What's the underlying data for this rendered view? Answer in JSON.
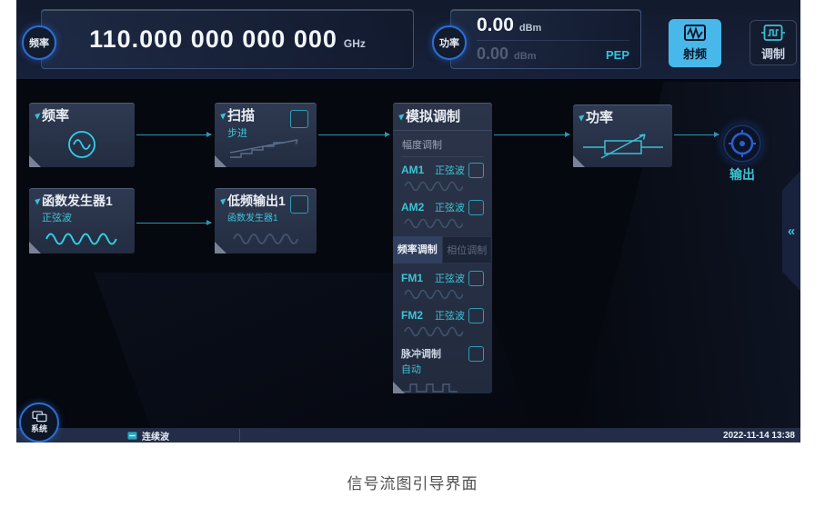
{
  "header": {
    "frequency": {
      "badge": "频率",
      "value": "110.000 000 000 000",
      "unit": "GHz"
    },
    "power": {
      "badge": "功率",
      "value": "0.00",
      "unit": "dBm",
      "pep_value": "0.00",
      "pep_unit": "dBm",
      "pep_label": "PEP"
    },
    "rf_button": "射频",
    "mod_button": "调制"
  },
  "flow": {
    "frequency_block": {
      "title": "频率"
    },
    "sweep_block": {
      "title": "扫描",
      "subtitle": "步进"
    },
    "funcgen_block": {
      "title": "函数发生器1",
      "subtitle": "正弦波"
    },
    "lfout_block": {
      "title": "低频输出1",
      "subtitle": "函数发生器1"
    },
    "analog": {
      "title": "模拟调制",
      "am_section": "幅度调制",
      "am1": {
        "label": "AM1",
        "wave": "正弦波"
      },
      "am2": {
        "label": "AM2",
        "wave": "正弦波"
      },
      "tab_fm": "频率调制",
      "tab_pm": "相位调制",
      "fm1": {
        "label": "FM1",
        "wave": "正弦波"
      },
      "fm2": {
        "label": "FM2",
        "wave": "正弦波"
      },
      "pulse": {
        "label": "脉冲调制",
        "mode": "自动"
      }
    },
    "power_block": {
      "title": "功率"
    },
    "output_label": "输出",
    "collapse_glyph": "«"
  },
  "footer": {
    "system_badge": "系统",
    "mode": "连续波",
    "timestamp": "2022-11-14 13:38"
  },
  "caption": "信号流图引导界面",
  "colors": {
    "accent_cyan": "#3cc4d6",
    "rf_active": "#47b8e9",
    "badge_ring": "#2b6fd6",
    "screen_bg": "#05080f"
  }
}
